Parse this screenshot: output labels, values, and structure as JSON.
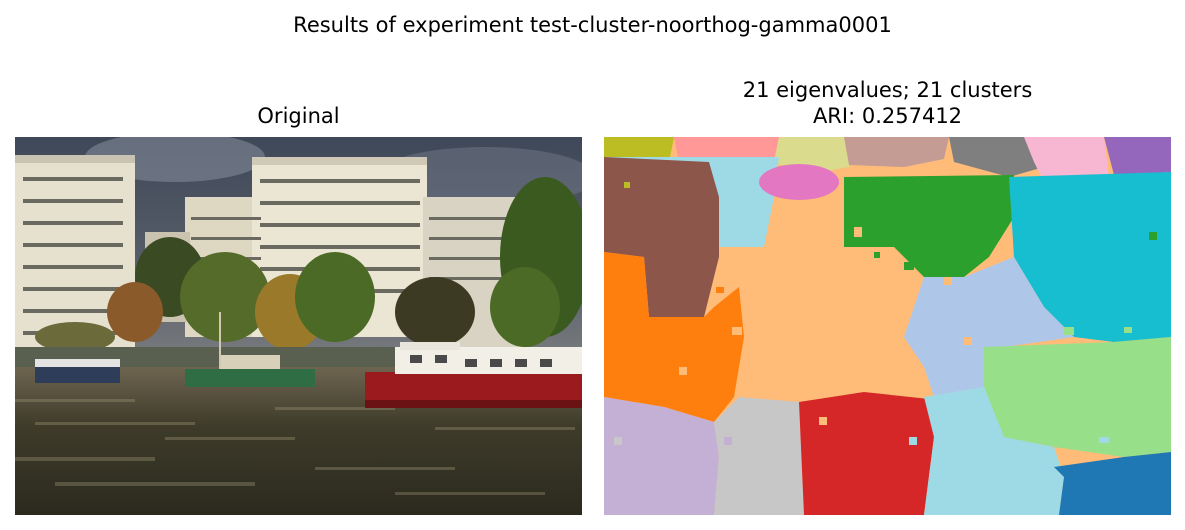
{
  "figure": {
    "suptitle": "Results of experiment test-cluster-noorthog-gamma0001"
  },
  "panels": [
    {
      "title_lines": [
        "Original"
      ],
      "content": "photograph of harbor with apartment buildings, trees and moored boats"
    },
    {
      "title_lines": [
        "21 eigenvalues; 21 clusters",
        "ARI: 0.257412"
      ],
      "content": "segmentation map with 21 cluster colors"
    }
  ],
  "colors": {
    "segment_palette": [
      "#1f77b4",
      "#aec7e8",
      "#ff7f0e",
      "#ffbb78",
      "#2ca02c",
      "#98df8a",
      "#d62728",
      "#ff9896",
      "#9467bd",
      "#c5b0d5",
      "#8c564b",
      "#c49c94",
      "#e377c2",
      "#f7b6d2",
      "#7f7f7f",
      "#c7c7c7",
      "#bcbd22",
      "#dbdb8d",
      "#17becf",
      "#9edae5"
    ]
  }
}
